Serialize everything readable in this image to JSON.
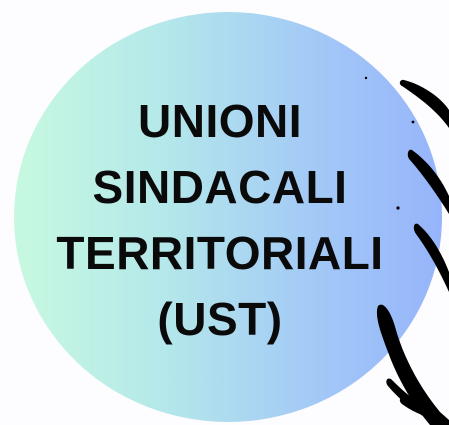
{
  "headline": {
    "lines": [
      "UNIONI",
      "SINDACALI",
      "TERRITORIALI",
      "(UST)"
    ]
  },
  "colors": {
    "gradient_start": "#c7f9e0",
    "gradient_end": "#96b4fb",
    "text": "#0a0a0a",
    "strokes": "#000000",
    "background": "#fdfcfe"
  },
  "decoration": {
    "icon": "brush-strokes-icon"
  }
}
